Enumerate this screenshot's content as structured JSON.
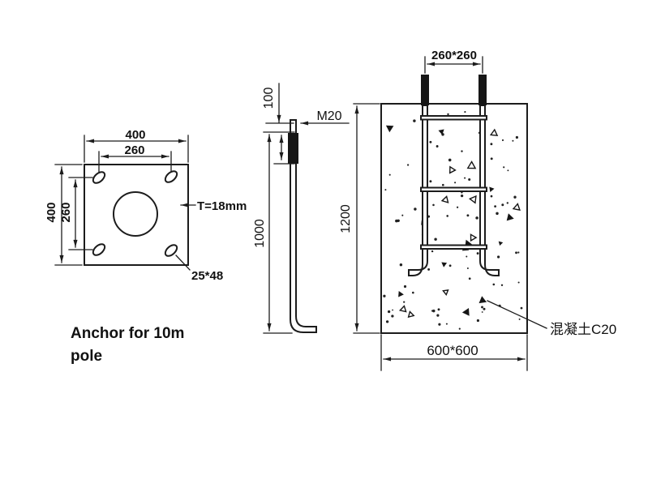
{
  "figure": {
    "caption": {
      "line1": "Anchor for 10m",
      "line2": "pole"
    },
    "base_plate_view": {
      "outer_width": "400",
      "hole_spacing_h": "260",
      "outer_height": "400",
      "hole_spacing_v": "260",
      "thickness": "T=18mm",
      "slot_size": "25*48"
    },
    "anchor_bolt_view": {
      "exposed_length": "100",
      "thread_spec": "M20",
      "embedded_length": "1000"
    },
    "foundation_view": {
      "bolt_spacing": "260*260",
      "depth": "1200",
      "footprint": "600*600",
      "concrete_grade": "混凝土C20"
    }
  },
  "colors": {
    "line": "#1c1c1c",
    "text": "#111111",
    "background": "#ffffff"
  }
}
